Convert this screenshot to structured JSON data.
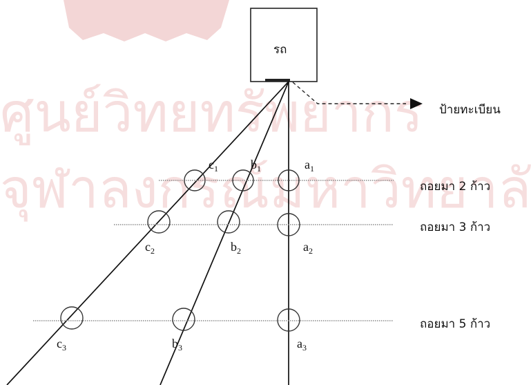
{
  "watermark": {
    "line1": "ศูนย์วิทยทรัพยากร",
    "line2": "จุฬาลงกรณ์มหาวิทยาลัย"
  },
  "car": {
    "label": "รถ"
  },
  "plate": {
    "label": "ป้ายทะเบียน"
  },
  "rows": [
    {
      "label": "ถอยมา 2 ก้าว",
      "points": [
        {
          "letter": "c",
          "sub": "1"
        },
        {
          "letter": "b",
          "sub": "1"
        },
        {
          "letter": "a",
          "sub": "1"
        }
      ]
    },
    {
      "label": "ถอยมา 3 ก้าว",
      "points": [
        {
          "letter": "c",
          "sub": "2"
        },
        {
          "letter": "b",
          "sub": "2"
        },
        {
          "letter": "a",
          "sub": "2"
        }
      ]
    },
    {
      "label": "ถอยมา 5 ก้าว",
      "points": [
        {
          "letter": "c",
          "sub": "3"
        },
        {
          "letter": "b",
          "sub": "3"
        },
        {
          "letter": "a",
          "sub": "3"
        }
      ]
    }
  ]
}
